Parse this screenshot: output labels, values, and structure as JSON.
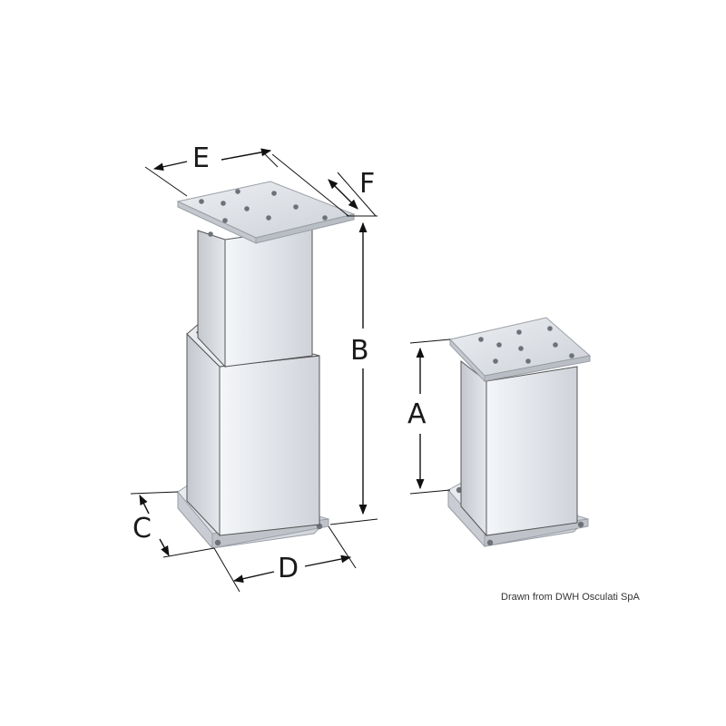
{
  "dimensions": {
    "a": "A",
    "b": "B",
    "c": "C",
    "d": "D",
    "e": "E",
    "f": "F"
  },
  "credit": "Drawn from DWH Osculati SpA",
  "colors": {
    "face_light": "#eef0f4",
    "face_mid": "#dadde3",
    "face_dark": "#c0c4cb",
    "plate": "#d9dce2",
    "plate_edge": "#a7abb3",
    "hole": "#6d7178"
  }
}
